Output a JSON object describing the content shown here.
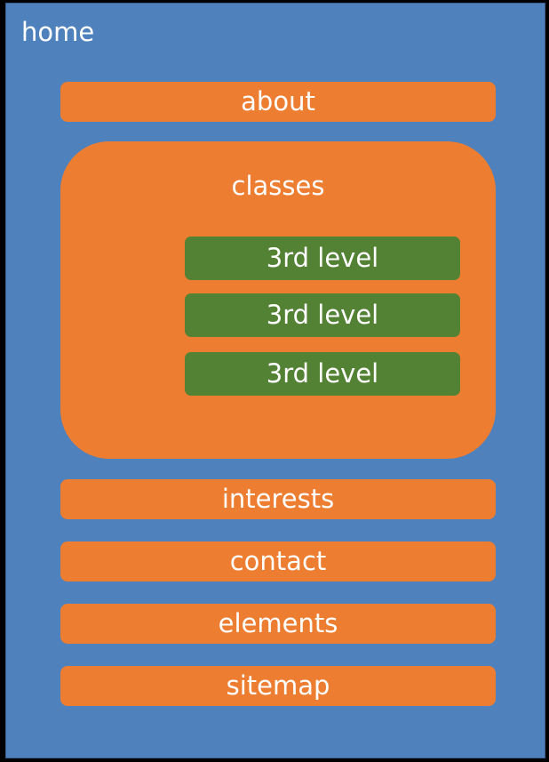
{
  "colors": {
    "background": "#000000",
    "home_box": "#4f81bd",
    "second_level": "#ed7d31",
    "third_level": "#548235",
    "text": "#ffffff"
  },
  "home": {
    "label": "home"
  },
  "second_level": {
    "about": "about",
    "classes": {
      "label": "classes",
      "children": [
        "3rd level",
        "3rd level",
        "3rd level"
      ]
    },
    "interests": "interests",
    "contact": "contact",
    "elements": "elements",
    "sitemap": "sitemap"
  }
}
